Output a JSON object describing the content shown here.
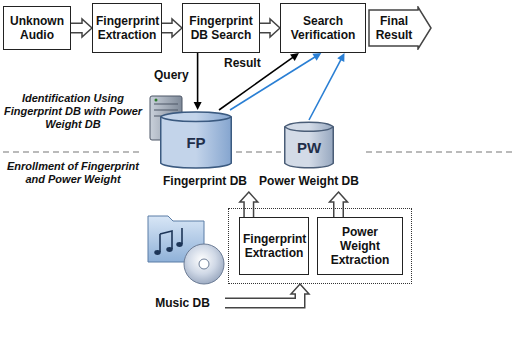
{
  "diagram": {
    "nodes": [
      {
        "text": [
          "Unknown Audio"
        ]
      },
      {
        "text": [
          "Fingerprint Extraction"
        ]
      },
      {
        "text": [
          "Fingerprint DB Search"
        ]
      },
      {
        "text": [
          "Search Verification"
        ]
      },
      {
        "text": [
          "Final Result"
        ]
      },
      {
        "text": [
          "FP",
          "Fingerprint DB"
        ]
      },
      {
        "text": [
          "PW",
          "Power Weight DB"
        ]
      },
      {
        "text": [
          "Music DB"
        ]
      },
      {
        "text": []
      },
      {
        "text": [
          "Fingerprint Extraction"
        ],
        "in": 8
      },
      {
        "text": [
          "Power Weight Extraction"
        ],
        "in": 8
      }
    ],
    "edges": [
      {
        "from": 0,
        "to": 1,
        "arrow": "to"
      },
      {
        "from": 1,
        "to": 2,
        "arrow": "to"
      },
      {
        "from": 2,
        "to": 3,
        "arrow": "to"
      },
      {
        "from": 2,
        "to": 5,
        "label": "Query",
        "arrow": "to"
      },
      {
        "from": 5,
        "to": 3,
        "label": "Result",
        "arrow": "to"
      },
      {
        "from": 5,
        "to": 3,
        "arrow": "to"
      },
      {
        "from": 6,
        "to": 3,
        "arrow": "to"
      },
      {
        "from": 9,
        "to": 5,
        "arrow": "to"
      },
      {
        "from": 10,
        "to": 6,
        "arrow": "to"
      },
      {
        "from": 7,
        "to": 8,
        "arrow": "to"
      }
    ],
    "labels": [
      "Identification Using Fingerprint DB with Power Weight DB",
      "Enrollment of Fingerprint and Power Weight"
    ]
  }
}
